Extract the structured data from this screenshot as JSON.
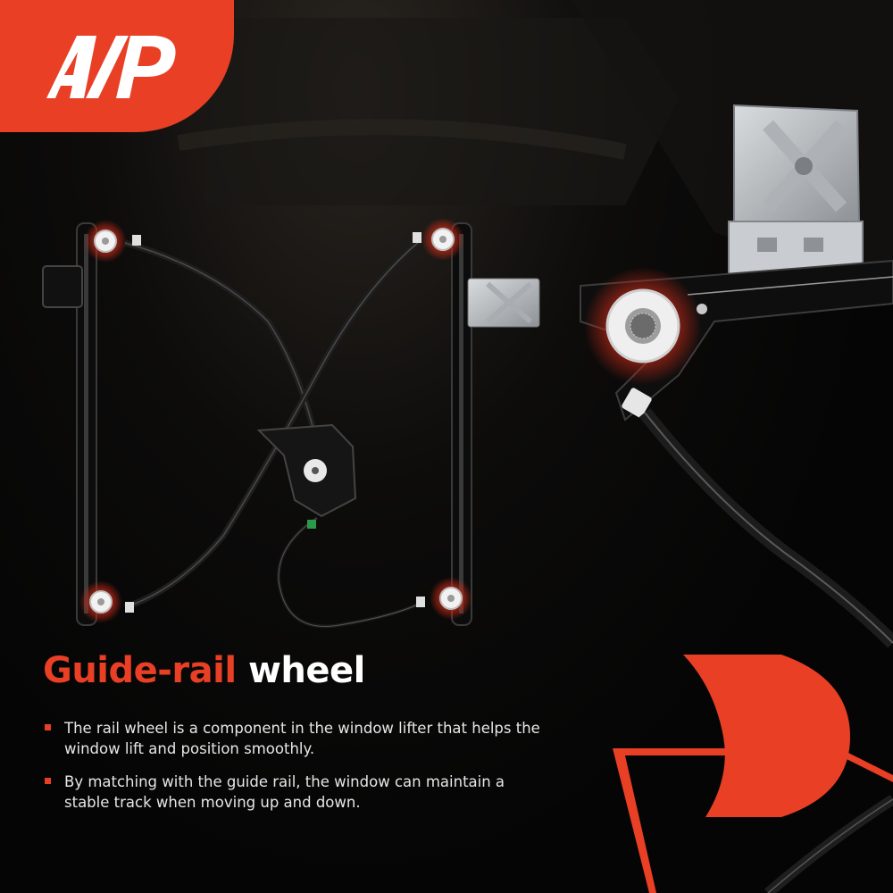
{
  "brand": {
    "logo": "A-Premium",
    "logo_icon": "ap-logo-icon",
    "accent_color": "#e83f25"
  },
  "heading": {
    "accent": "Guide-rail",
    "main": "wheel"
  },
  "bullets": [
    {
      "text": "The rail wheel is a component in the window lifter that helps the window lift and position smoothly."
    },
    {
      "text": "By matching with the guide rail, the window can maintain a stable track when moving up and down."
    }
  ],
  "illustration": {
    "product": "window-regulator-icon",
    "detail": "guide-rail-wheel-closeup-icon",
    "highlight_color": "#d8321d"
  }
}
